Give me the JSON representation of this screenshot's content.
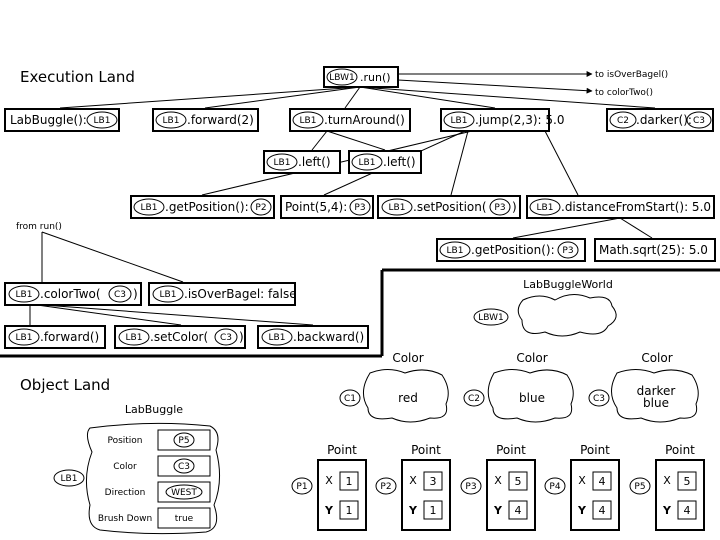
{
  "titles": {
    "execution_land": "Execution Land",
    "object_land": "Object Land"
  },
  "refs": {
    "LBW1": "LBW1",
    "LB1": "LB1",
    "C1": "C1",
    "C2": "C2",
    "C3": "C3",
    "P1": "P1",
    "P2": "P2",
    "P3": "P3",
    "P4": "P4",
    "P5": "P5"
  },
  "calls": {
    "run": {
      "suffix": ".run()"
    },
    "to_isoverbagel": "to isOverBagel()",
    "to_colortwo": "to colorTwo()",
    "constructor": {
      "prefix": "LabBuggle():"
    },
    "forward": {
      "suffix": ".forward(2)"
    },
    "turnaround": {
      "suffix": ".turnAround()"
    },
    "jump": {
      "suffix": ".jump(2,3): 5.0"
    },
    "darker": {
      "suffix": ".darker():"
    },
    "left1": {
      "suffix": ".left()"
    },
    "left2": {
      "suffix": ".left()"
    },
    "getposition1": {
      "suffix": ".getPosition():"
    },
    "point54": {
      "prefix": "Point(5,4):"
    },
    "setposition": {
      "suffix": ".setPosition(",
      "close": ")"
    },
    "distancefromstart": {
      "suffix": ".distanceFromStart(): 5.0"
    },
    "getposition2": {
      "suffix": ".getPosition():"
    },
    "mathsqrt": {
      "text": "Math.sqrt(25): 5.0"
    },
    "from_run": "from run()",
    "colortwo": {
      "suffix": ".colorTwo(",
      "close": ")"
    },
    "isoverbagel": {
      "suffix": ".isOverBagel: false"
    },
    "forward2": {
      "suffix": ".forward()"
    },
    "setcolor": {
      "suffix": ".setColor(",
      "close": ")"
    },
    "backward": {
      "suffix": ".backward()"
    }
  },
  "objects": {
    "world": {
      "type": "LabBuggleWorld"
    },
    "colors": [
      {
        "type": "Color",
        "value": "red"
      },
      {
        "type": "Color",
        "value": "blue"
      },
      {
        "type": "Color",
        "value_line1": "darker",
        "value_line2": "blue"
      }
    ],
    "buggle": {
      "type": "LabBuggle",
      "fields": [
        {
          "label": "Position",
          "value": "P5"
        },
        {
          "label": "Color",
          "value": "C3"
        },
        {
          "label": "Direction",
          "value": "WEST"
        },
        {
          "label": "Brush Down",
          "value": "true"
        }
      ]
    },
    "points": [
      {
        "type": "Point",
        "x": "1",
        "y": "1"
      },
      {
        "type": "Point",
        "x": "3",
        "y": "1"
      },
      {
        "type": "Point",
        "x": "5",
        "y": "4"
      },
      {
        "type": "Point",
        "x": "4",
        "y": "4"
      },
      {
        "type": "Point",
        "x": "5",
        "y": "4"
      }
    ],
    "x_label": "X",
    "y_label": "Y"
  }
}
